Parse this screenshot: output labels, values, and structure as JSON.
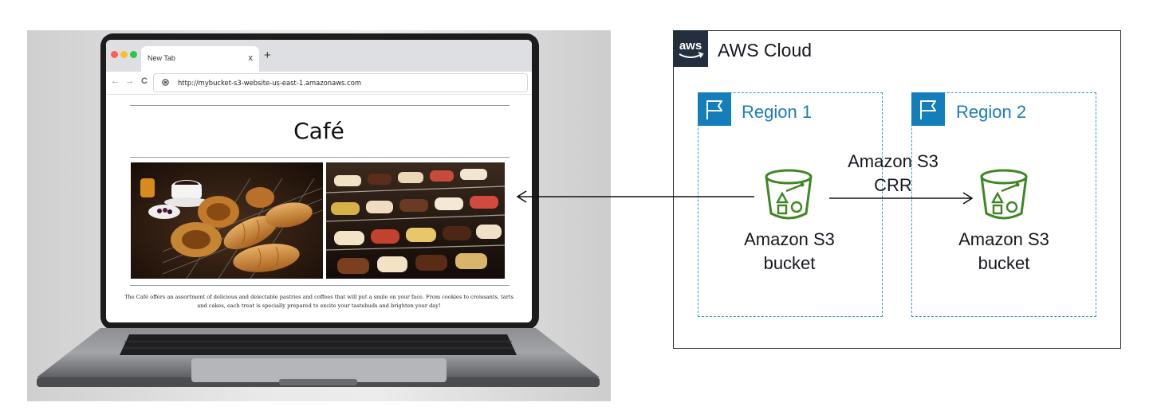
{
  "browser": {
    "tab_title": "New Tab",
    "tab_close": "x",
    "new_tab": "+",
    "back": "←",
    "forward": "→",
    "reload": "C",
    "url": "http://mybucket-s3-website-us-east-1.amazonaws.com"
  },
  "website": {
    "title": "Café",
    "description": "The Café offers an assortment of delicious and delectable pastries and coffees that will put a smile on your face. From cookies to croissants, tarts and cakes, each treat is specially prepared to excite your tastebuds and brighten your day!"
  },
  "aws": {
    "logo_text": "aws",
    "cloud_label": "AWS Cloud",
    "colors": {
      "region_border": "#2e9bd1",
      "region_accent": "#147eba",
      "bucket_green": "#3f8624",
      "logo_bg": "#232f3e"
    },
    "regions": [
      {
        "label": "Region 1",
        "bucket_label_line1": "Amazon S3",
        "bucket_label_line2": "bucket"
      },
      {
        "label": "Region 2",
        "bucket_label_line1": "Amazon S3",
        "bucket_label_line2": "bucket"
      }
    ],
    "replication": {
      "line1": "Amazon S3",
      "line2": "CRR"
    }
  }
}
